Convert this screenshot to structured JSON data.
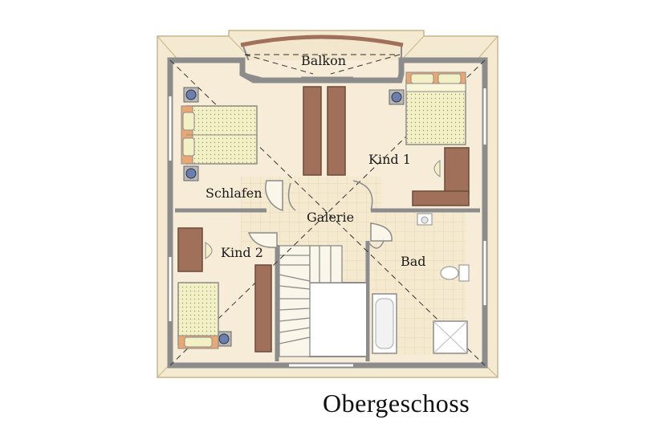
{
  "caption": "Obergeschoss",
  "rooms": {
    "balkon": "Balkon",
    "kind1": "Kind 1",
    "schlafen": "Schlafen",
    "galerie": "Galerie",
    "kind2": "Kind 2",
    "bad": "Bad"
  },
  "colors": {
    "wall": "#8c8c8c",
    "outer_border": "#e9dcb8",
    "floor": "#f7ecd8",
    "furniture": "#a0705a",
    "bed_sheet": "#f3f0c6",
    "pillow": "#e9a873",
    "tile": "#f3e6c8"
  }
}
